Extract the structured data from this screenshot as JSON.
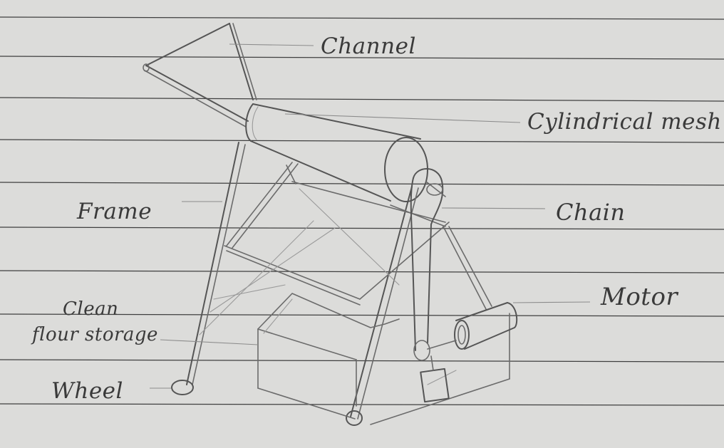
{
  "labels": {
    "channel": "Channel",
    "cylindrical_mesh": "Cylindrical mesh",
    "chain": "Chain",
    "frame": "Frame",
    "motor": "Motor",
    "clean_line1": "Clean",
    "clean_line2": "flour storage",
    "wheel": "Wheel"
  },
  "colors": {
    "paper": "#dcdcda",
    "ink": "#3a3a3a",
    "pencil": "#6b6b6b"
  }
}
